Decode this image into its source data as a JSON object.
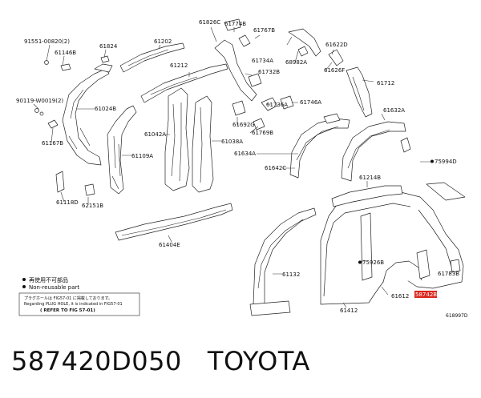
{
  "diagram": {
    "part_labels": [
      {
        "text": "91551-00820(2)"
      },
      {
        "text": "61146B"
      },
      {
        "text": "61824"
      },
      {
        "text": "61202"
      },
      {
        "text": "61826C"
      },
      {
        "text": "61774B"
      },
      {
        "text": "61767B"
      },
      {
        "text": "61622D"
      },
      {
        "text": "61734A"
      },
      {
        "text": "68982A"
      },
      {
        "text": "61626F"
      },
      {
        "text": "61212"
      },
      {
        "text": "61732B"
      },
      {
        "text": "61712"
      },
      {
        "text": "90119-W0019(2)"
      },
      {
        "text": "61024B"
      },
      {
        "text": "61736A"
      },
      {
        "text": "61746A"
      },
      {
        "text": "61632A"
      },
      {
        "text": "61042A"
      },
      {
        "text": "61692G"
      },
      {
        "text": "61769B"
      },
      {
        "text": "61038A"
      },
      {
        "text": "61167B"
      },
      {
        "text": "61109A"
      },
      {
        "text": "61634A"
      },
      {
        "text": "75994D"
      },
      {
        "text": "61642C"
      },
      {
        "text": "61214B"
      },
      {
        "text": "61118D"
      },
      {
        "text": "62151B"
      },
      {
        "text": "61404E"
      },
      {
        "text": "75926B"
      },
      {
        "text": "61132"
      },
      {
        "text": "61783B"
      },
      {
        "text": "61612"
      },
      {
        "text": "61412"
      },
      {
        "text": "58742B",
        "highlight": true
      }
    ],
    "legend": {
      "reuse_jp": "再使用不可部品",
      "non_reusable": "Non-reusable part",
      "note_jp": "プラグホールは FIG57-01 に掲載しております。",
      "note_en": "Regarding PLUG HOLE, it is indicated in FIG57-01",
      "note_ref": "( REFER TO FIG 57-01)"
    },
    "figure_code": "618997D",
    "highlight_color": "#d9261c"
  },
  "caption": {
    "part_number": "587420D050",
    "brand": "TOYOTA"
  }
}
